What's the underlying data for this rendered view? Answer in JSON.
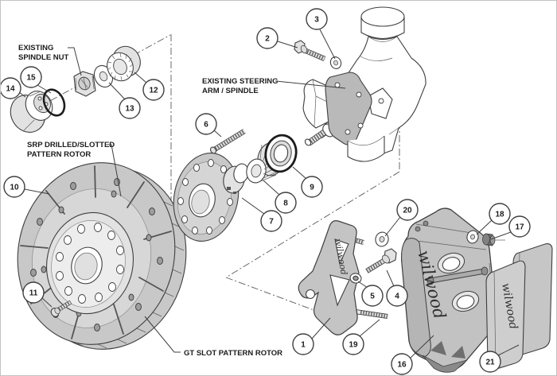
{
  "colors": {
    "line": "#3f3f3f",
    "part_gray": "#c8c8c8",
    "part_light": "#e2e2e2",
    "background": "#ffffff",
    "border": "#c2c2c2",
    "text": "#1c1c1c"
  },
  "brand": {
    "name": "wilwood"
  },
  "labels": {
    "spindle_nut": {
      "line1": "EXISTING",
      "line2": "SPINDLE NUT"
    },
    "steering_arm": {
      "line1": "EXISTING STEERING",
      "line2": "ARM / SPINDLE"
    },
    "srp_rotor": {
      "line1": "SRP DRILLED/SLOTTED",
      "line2": "PATTERN ROTOR"
    },
    "gt_rotor": {
      "line1": "GT SLOT PATTERN ROTOR"
    }
  },
  "callouts": {
    "c1": {
      "num": "1"
    },
    "c2": {
      "num": "2"
    },
    "c3": {
      "num": "3"
    },
    "c4": {
      "num": "4"
    },
    "c5": {
      "num": "5"
    },
    "c6": {
      "num": "6"
    },
    "c7": {
      "num": "7"
    },
    "c8": {
      "num": "8"
    },
    "c9": {
      "num": "9"
    },
    "c10": {
      "num": "10"
    },
    "c11": {
      "num": "11"
    },
    "c12": {
      "num": "12"
    },
    "c13": {
      "num": "13"
    },
    "c14": {
      "num": "14"
    },
    "c15": {
      "num": "15"
    },
    "c16": {
      "num": "16"
    },
    "c17": {
      "num": "17"
    },
    "c18": {
      "num": "18"
    },
    "c19": {
      "num": "19"
    },
    "c20": {
      "num": "20"
    },
    "c21": {
      "num": "21"
    }
  }
}
